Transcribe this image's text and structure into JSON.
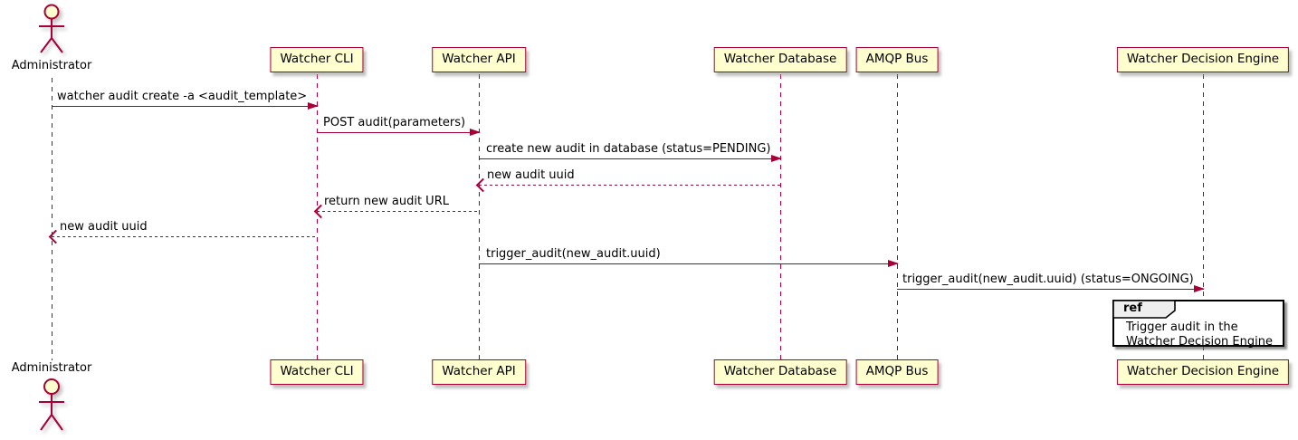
{
  "diagram_type": "uml-sequence",
  "colors": {
    "accent": "#A80036",
    "participant_fill": "#FEFECE",
    "ref_tab_fill": "#EEEEEE",
    "ref_border": "#000000",
    "text": "#000000"
  },
  "actor": {
    "name": "Administrator"
  },
  "participants": [
    {
      "label": "Watcher CLI"
    },
    {
      "label": "Watcher API"
    },
    {
      "label": "Watcher Database"
    },
    {
      "label": "AMQP Bus"
    },
    {
      "label": "Watcher Decision Engine"
    }
  ],
  "messages": [
    {
      "label": "watcher audit create -a <audit_template>",
      "from": "Administrator",
      "to": "Watcher CLI",
      "line": "solid",
      "direction": "right"
    },
    {
      "label": "POST audit(parameters)",
      "from": "Watcher CLI",
      "to": "Watcher API",
      "line": "solid",
      "direction": "right"
    },
    {
      "label": "create new audit in database (status=PENDING)",
      "from": "Watcher API",
      "to": "Watcher Database",
      "line": "solid",
      "direction": "right"
    },
    {
      "label": "new audit uuid",
      "from": "Watcher Database",
      "to": "Watcher API",
      "line": "dashed",
      "direction": "left"
    },
    {
      "label": "return new audit URL",
      "from": "Watcher API",
      "to": "Watcher CLI",
      "line": "dashed",
      "direction": "left"
    },
    {
      "label": "new audit uuid",
      "from": "Watcher CLI",
      "to": "Administrator",
      "line": "dashed",
      "direction": "left"
    },
    {
      "label": "trigger_audit(new_audit.uuid)",
      "from": "Watcher API",
      "to": "AMQP Bus",
      "line": "solid",
      "direction": "right"
    },
    {
      "label": "trigger_audit(new_audit.uuid) (status=ONGOING)",
      "from": "AMQP Bus",
      "to": "Watcher Decision Engine",
      "line": "solid",
      "direction": "right"
    }
  ],
  "ref_fragment": {
    "keyword": "ref",
    "over": "Watcher Decision Engine",
    "lines": [
      "Trigger audit in the",
      "Watcher Decision Engine"
    ]
  }
}
